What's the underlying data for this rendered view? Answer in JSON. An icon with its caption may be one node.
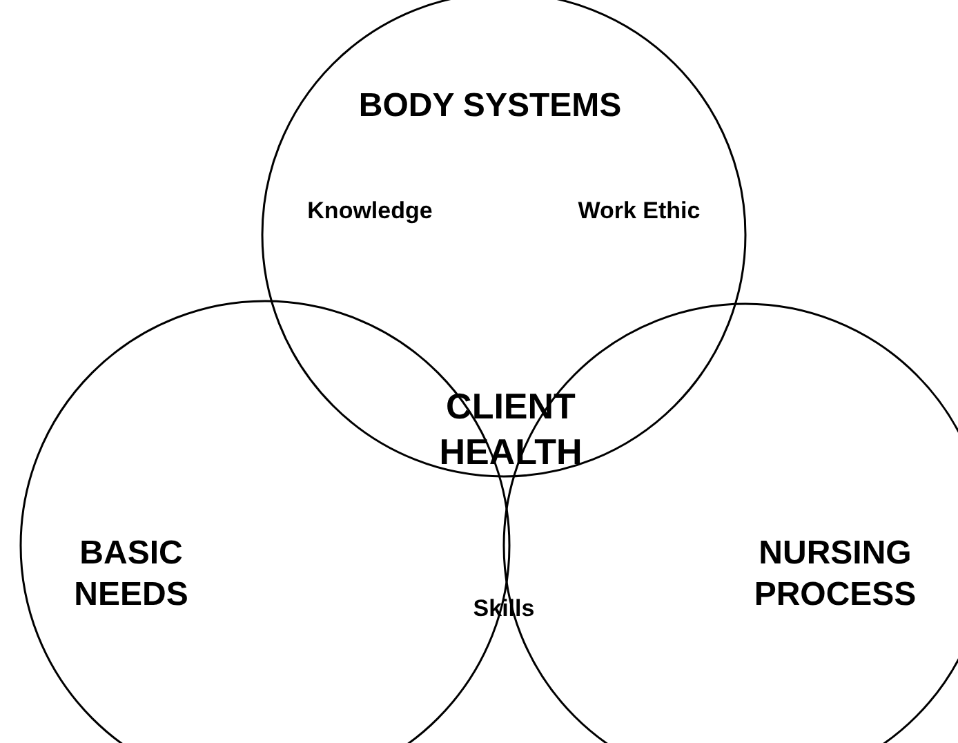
{
  "diagram": {
    "nodes": [
      {
        "text": [
          "BODY SYSTEMS"
        ]
      },
      {
        "text": [
          "BASIC NEEDS"
        ]
      },
      {
        "text": [
          "NURSING PROCESS"
        ]
      }
    ],
    "edges": [],
    "labels": [
      "Knowledge",
      "Work Ethic",
      "CLIENT HEALTH",
      "Skills"
    ]
  }
}
